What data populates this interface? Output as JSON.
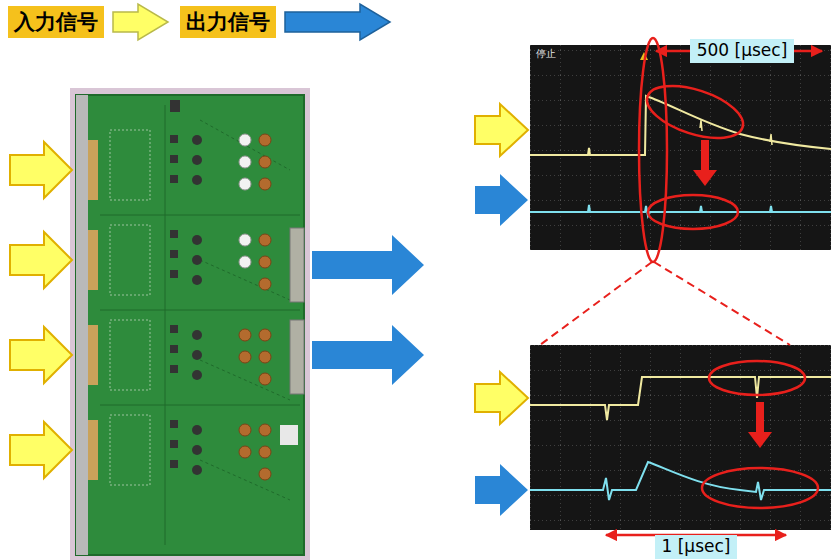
{
  "diagram": {
    "nodes": [
      {
        "text": [
          "500 [μsec]"
        ]
      },
      {
        "text": [
          "1 [μsec]"
        ]
      }
    ],
    "edges": [],
    "labels": [
      "停止"
    ],
    "legend": [
      {
        "text": "入力信号",
        "color": "#ffff66"
      },
      {
        "text": "出力信号",
        "color": "#2a86d6"
      }
    ]
  }
}
